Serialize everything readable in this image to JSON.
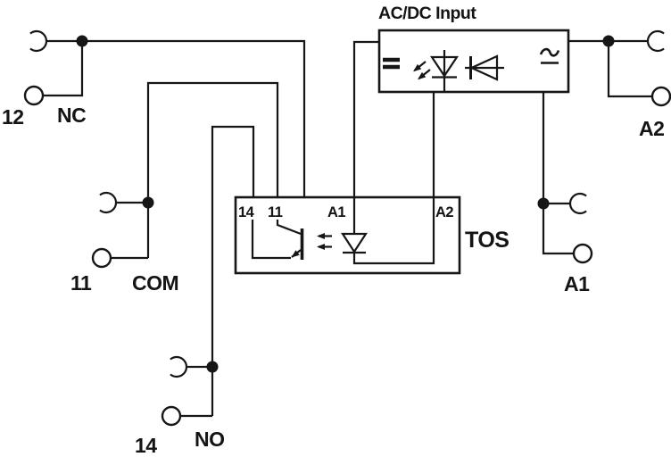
{
  "diagram": {
    "kind": "relay-module-wiring-schematic",
    "colors": {
      "line": "#161616",
      "background": "#ffffff"
    },
    "input_module": {
      "title": "AC/DC Input",
      "dc_symbol": "=",
      "ac_symbol": "~",
      "icons": [
        "dc-symbol",
        "led-indicator",
        "protection-diode",
        "ac-symbol"
      ]
    },
    "relay_module": {
      "label": "TOS",
      "icons": [
        "phototransistor",
        "optocoupler-led"
      ],
      "pins": {
        "p14": "14",
        "p11": "11",
        "pa1": "A1",
        "pa2": "A2"
      }
    },
    "terminals": {
      "t12": {
        "number": "12",
        "label": "NC"
      },
      "t11": {
        "number": "11",
        "label": "COM"
      },
      "t14": {
        "number": "14",
        "label": "NO"
      },
      "ta2": {
        "label": "A2"
      },
      "ta1": {
        "label": "A1"
      }
    }
  }
}
